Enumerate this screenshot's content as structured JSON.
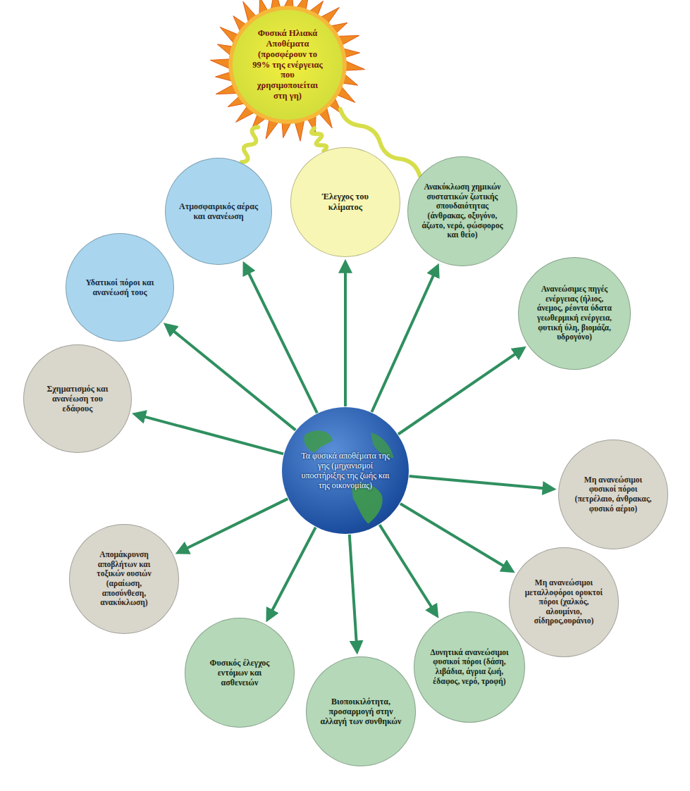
{
  "diagram": {
    "nodes": [
      {
        "text": [
          "Φυσικά Ηλιακά Αποθέματα (προσφέρουν το 99% της ενέργειας που χρησιμοποιείται στη γη)"
        ]
      },
      {
        "text": [
          "Ατμοσφαιρικός αέρας και ανανέωση"
        ]
      },
      {
        "text": [
          "Έλεγχος του κλίματος"
        ]
      },
      {
        "text": [
          "Ανακύκλωση χημικών συστατικών ζωτικής σπουδαιότητας (άνθρακας, οξυγόνο, άζωτο, νερό, φώσφορος και θείο)"
        ]
      },
      {
        "text": [
          "Υδατικοί πόροι και ανανέωσή τους"
        ]
      },
      {
        "text": [
          "Ανανεώσιμες πηγές ενέργειας (ήλιος, άνεμος, ρέοντα ύδατα γεωθερμική ενέργεια, φυτική ύλη, βιομάζα, υδρογόνο)"
        ]
      },
      {
        "text": [
          "Σχηματισμός και ανανέωση του εδάφους"
        ]
      },
      {
        "text": [
          "Τα φυσικά αποθέματα της γης (μηχανισμοί υποστήριξης της ζωής και της οικονομίας)"
        ]
      },
      {
        "text": [
          "Μη ανανεώσιμοι φυσικοί πόροι (πετρέλαιο, άνθρακας, φυσικό αέριο)"
        ]
      },
      {
        "text": [
          "Απομάκρυνση αποβλήτων και τοξικών ουσιών (αραίωση, αποσύνθεση, ανακύκλωση)"
        ]
      },
      {
        "text": [
          "Μη ανανεώσιμοι μεταλλοφόροι ορυκτοί πόροι (χαλκός, αλουμίνιο, σίδηρος,ουράνιο)"
        ]
      },
      {
        "text": [
          "Φυσικός έλεγχος εντόμων και ασθενειών"
        ]
      },
      {
        "text": [
          "Βιοποικιλότητα, προσαρμογή στην αλλαγή των συνθηκών"
        ]
      },
      {
        "text": [
          "Δυνητικά ανανεώσιμοι φυσικοί πόροι (δάση, λιβάδια, άγρια ζωή, έδαφος, νερό, τροφή)"
        ]
      }
    ],
    "edges": [
      {
        "from": 0,
        "to": 1,
        "arrow": "none"
      },
      {
        "from": 0,
        "to": 2,
        "arrow": "none"
      },
      {
        "from": 0,
        "to": 3,
        "arrow": "none"
      },
      {
        "from": 7,
        "to": 1,
        "arrow": "to"
      },
      {
        "from": 7,
        "to": 2,
        "arrow": "to"
      },
      {
        "from": 7,
        "to": 3,
        "arrow": "to"
      },
      {
        "from": 7,
        "to": 4,
        "arrow": "to"
      },
      {
        "from": 7,
        "to": 5,
        "arrow": "to"
      },
      {
        "from": 7,
        "to": 6,
        "arrow": "to"
      },
      {
        "from": 7,
        "to": 8,
        "arrow": "to"
      },
      {
        "from": 7,
        "to": 9,
        "arrow": "to"
      },
      {
        "from": 7,
        "to": 10,
        "arrow": "to"
      },
      {
        "from": 7,
        "to": 11,
        "arrow": "to"
      },
      {
        "from": 7,
        "to": 12,
        "arrow": "to"
      },
      {
        "from": 7,
        "to": 13,
        "arrow": "to"
      }
    ]
  }
}
